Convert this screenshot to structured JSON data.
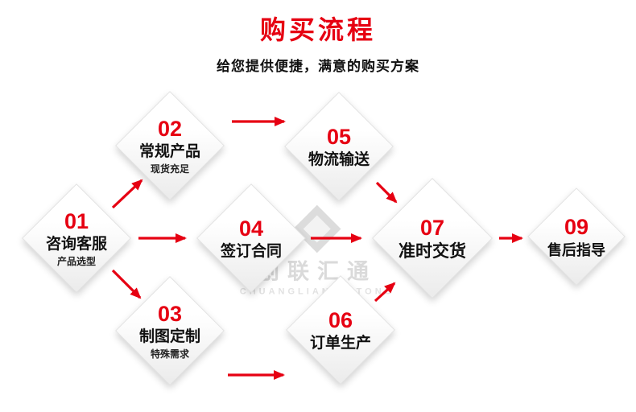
{
  "header": {
    "title": "购买流程",
    "subtitle": "给您提供便捷，满意的购买方案"
  },
  "watermark": {
    "name": "创联汇通",
    "name_en": "CHUANGLIANHUITONG"
  },
  "flow": {
    "nodes": [
      {
        "num": "01",
        "label": "咨询客服",
        "sub": "产品选型"
      },
      {
        "num": "02",
        "label": "常规产品",
        "sub": "现货充足"
      },
      {
        "num": "03",
        "label": "制图定制",
        "sub": "特殊需求"
      },
      {
        "num": "04",
        "label": "签订合同",
        "sub": ""
      },
      {
        "num": "05",
        "label": "物流输送",
        "sub": ""
      },
      {
        "num": "06",
        "label": "订单生产",
        "sub": ""
      },
      {
        "num": "07",
        "label": "准时交货",
        "sub": ""
      },
      {
        "num": "09",
        "label": "售后指导",
        "sub": ""
      }
    ],
    "colors": {
      "accent_red": "#e60012",
      "text_black": "#111111",
      "watermark_gray": "#dcdcdc"
    }
  }
}
